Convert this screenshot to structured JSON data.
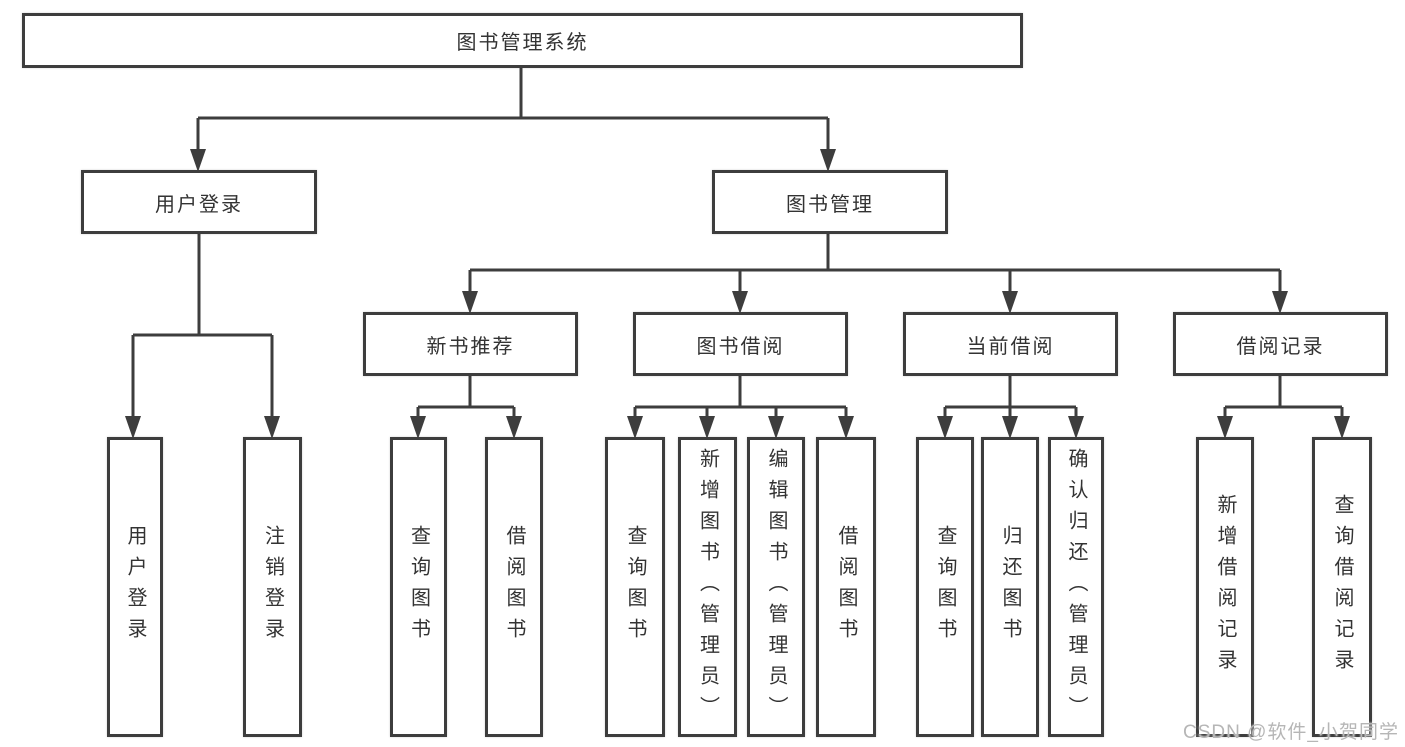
{
  "title": "图书管理系统",
  "watermark": "CSDN @软件_小贺同学",
  "colors": {
    "line": "#3d3d3d",
    "text": "#333333",
    "background": "#ffffff",
    "watermark": "#b6b6b6"
  },
  "tree": {
    "label": "图书管理系统",
    "children": [
      {
        "label": "用户登录",
        "children": [
          {
            "label": "用户登录"
          },
          {
            "label": "注销登录"
          }
        ]
      },
      {
        "label": "图书管理",
        "children": [
          {
            "label": "新书推荐",
            "children": [
              {
                "label": "查询图书"
              },
              {
                "label": "借阅图书"
              }
            ]
          },
          {
            "label": "图书借阅",
            "children": [
              {
                "label": "查询图书"
              },
              {
                "label": "新增图书（管理员）"
              },
              {
                "label": "编辑图书（管理员）"
              },
              {
                "label": "借阅图书"
              }
            ]
          },
          {
            "label": "当前借阅",
            "children": [
              {
                "label": "查询图书"
              },
              {
                "label": "归还图书"
              },
              {
                "label": "确认归还（管理员）"
              }
            ]
          },
          {
            "label": "借阅记录",
            "children": [
              {
                "label": "新增借阅记录"
              },
              {
                "label": "查询借阅记录"
              }
            ]
          }
        ]
      }
    ]
  }
}
